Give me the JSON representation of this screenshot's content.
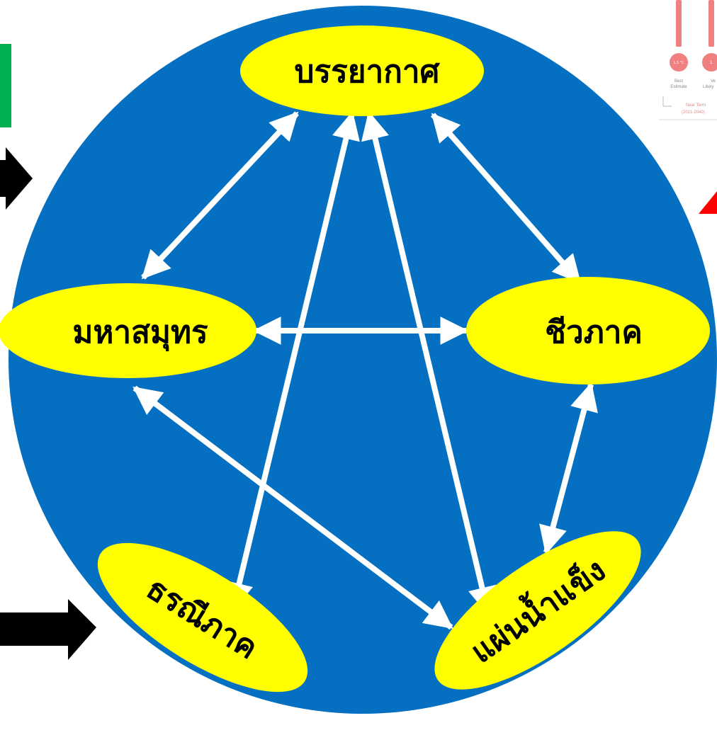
{
  "colors": {
    "circle": "#0570c1",
    "node_fill": "#ffff00",
    "arrow": "#ffffff",
    "green_box": "#00b050",
    "black_arrow": "#000000",
    "red_triangle": "#ff0000",
    "thermometer": "#f08080"
  },
  "nodes": {
    "atmosphere": "บรรยากาศ",
    "ocean": "มหาสมุทร",
    "biosphere": "ชีวภาค",
    "geosphere": "ธรณีภาค",
    "cryosphere": "แผ่นน้ำแข็ง"
  },
  "thumbnail": {
    "thermo_1": "1.5 °C",
    "thermo_2": "1.",
    "label_1a": "Best",
    "label_1b": "Estimate",
    "label_2a": "Ve",
    "label_2b": "Likely",
    "period_a": "Near Term",
    "period_b": "(2021-2040)"
  }
}
